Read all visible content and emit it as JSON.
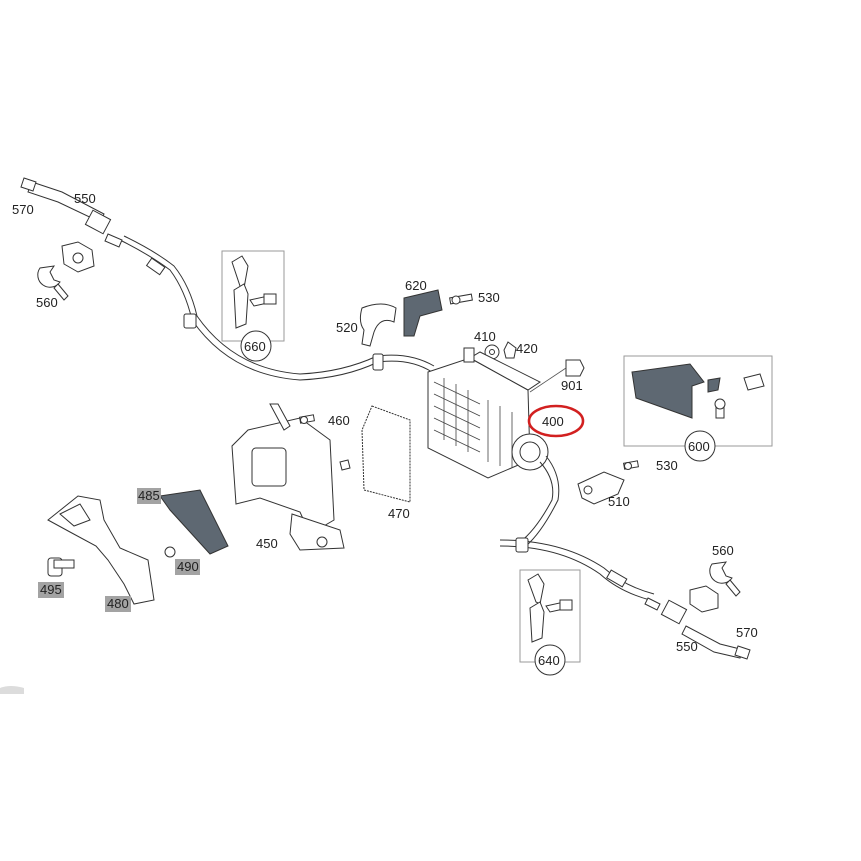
{
  "diagram": {
    "labels": {
      "l570a": "570",
      "l550a": "550",
      "l560a": "560",
      "l660": "660",
      "l620": "620",
      "l530a": "530",
      "l520": "520",
      "l410": "410",
      "l420": "420",
      "l901": "901",
      "l400": "400",
      "l600": "600",
      "l460": "460",
      "l470": "470",
      "l450": "450",
      "l485": "485",
      "l490": "490",
      "l495": "495",
      "l480": "480",
      "l530b": "530",
      "l510": "510",
      "l560b": "560",
      "l640": "640",
      "l570b": "570",
      "l550b": "550"
    },
    "colors": {
      "highlight_ring": "#d22020",
      "label_highlight": "#a3a3a3",
      "dark_parts": "#5e6872"
    }
  }
}
